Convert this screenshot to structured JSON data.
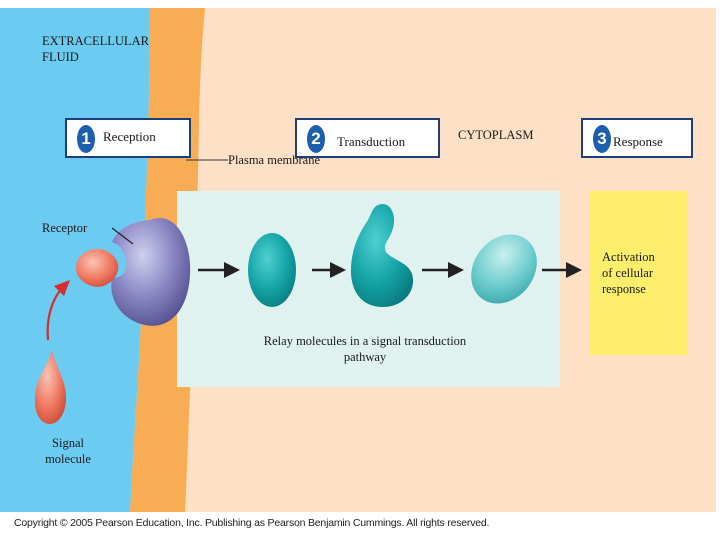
{
  "labels": {
    "extracellular_line1": "EXTRACELLULAR",
    "extracellular_line2": "FLUID",
    "cytoplasm": "CYTOPLASM",
    "plasma_membrane": "Plasma membrane",
    "receptor": "Receptor",
    "relay_line1": "Relay molecules in a signal transduction",
    "relay_line2": "pathway",
    "activation_line1": "Activation",
    "activation_line2": "of cellular",
    "activation_line3": "response",
    "signal_line1": "Signal",
    "signal_line2": "molecule"
  },
  "steps": [
    {
      "number": "1",
      "label": "Reception"
    },
    {
      "number": "2",
      "label": "Transduction"
    },
    {
      "number": "3",
      "label": "Response"
    }
  ],
  "footer": {
    "copyright": "Copyright © 2005 Pearson Education, Inc. Publishing as Pearson Benjamin Cummings. All rights reserved."
  },
  "colors": {
    "extracellular": "#6ccbf1",
    "membrane": "#f8ad55",
    "cytoplasm": "#fde0c6",
    "relay_panel": "#e0f2ef",
    "response_panel": "#fdef6b",
    "receptor": "#8a86c4",
    "relay_molecule": "#14a3a6",
    "signal_molecule": "#f07a63",
    "step_badge": "#1b5fae"
  },
  "icons": [
    "receptor-protein-icon",
    "signal-molecule-icon",
    "relay-molecule-icon",
    "arrow-icon"
  ]
}
